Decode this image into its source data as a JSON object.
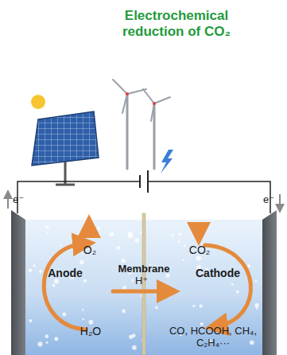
{
  "diagram": {
    "title": "Electrochemical reduction of CO₂",
    "labels": [
      "e⁻",
      "e⁻",
      "O₂",
      "CO₂",
      "Anode",
      "Membrane",
      "H⁺",
      "Cathode",
      "H₂O",
      "CO, HCOOH, CH₄, C₂H₄···"
    ]
  }
}
